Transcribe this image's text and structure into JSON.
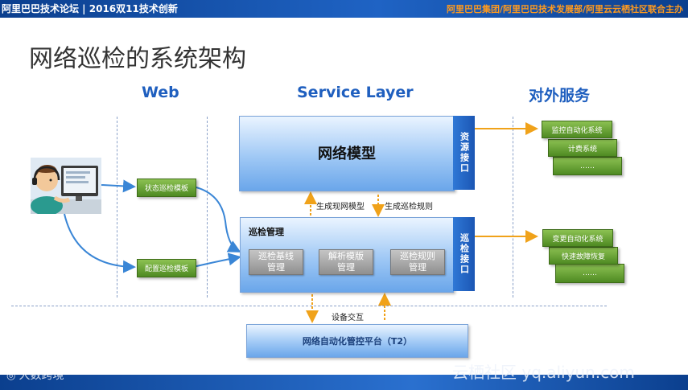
{
  "header": {
    "left_text": "阿里巴巴技术论坛 | 2016双11技术创新",
    "right_text": "阿里巴巴集团/阿里巴巴技术发展部/阿里云云栖社区联合主办"
  },
  "slide": {
    "title": "网络巡检的系统架构"
  },
  "columns": {
    "web": "Web",
    "service": "Service Layer",
    "external": "对外服务"
  },
  "web_templates": {
    "status": "状态巡检模板",
    "config": "配置巡检模板"
  },
  "network_model": {
    "label": "网络模型",
    "side": "资源接口"
  },
  "inspection": {
    "label": "巡检管理",
    "side": "巡检接口",
    "items": [
      "巡检基线\n管理",
      "解析模版\n管理",
      "巡检规则\n管理"
    ]
  },
  "arrows": {
    "gen_model": "生成现网模型",
    "gen_rules": "生成巡检规则",
    "device_io": "设备交互"
  },
  "platform": {
    "label": "网络自动化管控平台（T2）"
  },
  "external_top": [
    "监控自动化系统",
    "计费系统",
    "……"
  ],
  "external_bottom": [
    "变更自动化系统",
    "快速故障恢复",
    "……"
  ],
  "watermarks": {
    "left": "大数跨境",
    "right": "云栖社区 yq.aliyun.com"
  },
  "colors": {
    "accent_blue": "#1f5fbf",
    "arrow_blue": "#3a86d6",
    "arrow_orange": "#f0a21a",
    "header_orange": "#ff9a1e"
  }
}
